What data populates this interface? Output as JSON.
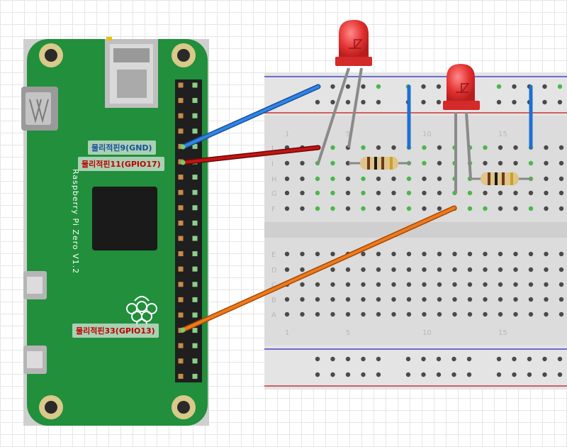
{
  "board": {
    "name": "Raspberry Pi Zero V1.2"
  },
  "labels": {
    "pin9": "물리적핀9(GND)",
    "pin11": "물리적핀11(GPIO17)",
    "pin33": "물리적핀33(GPIO13)"
  },
  "breadboard": {
    "row_letters_top": [
      "J",
      "I",
      "H",
      "G",
      "F"
    ],
    "row_letters_bottom": [
      "E",
      "D",
      "C",
      "B",
      "A"
    ],
    "column_numbers": [
      "1",
      "5",
      "10",
      "15"
    ]
  },
  "colors": {
    "pcb": "#218f3c",
    "wire_gnd": "#1e6fd0",
    "wire_gpio17": "#b00d0d",
    "wire_gpio13": "#e86d10",
    "led": "#e53333"
  }
}
